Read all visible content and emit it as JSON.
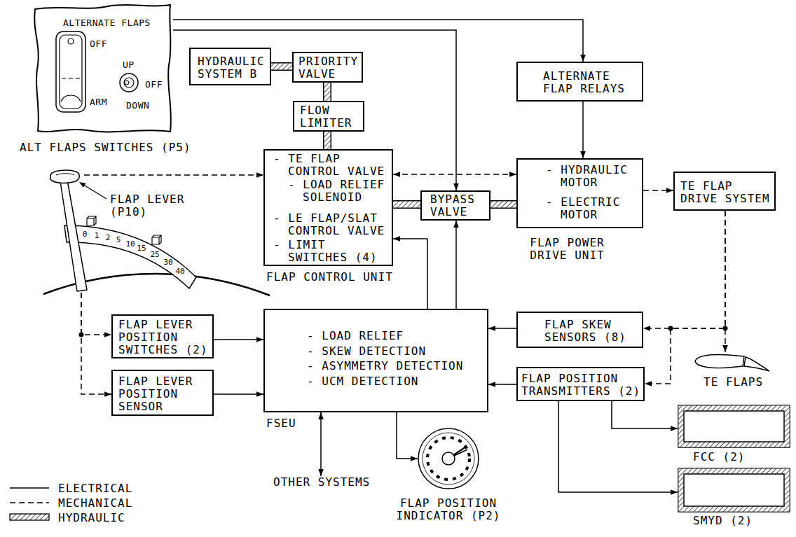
{
  "diagram": {
    "nodes": [
      {
        "text": [
          "ALTERNATE FLAPS",
          "OFF",
          "ARM",
          "UP",
          "OFF",
          "DOWN",
          "ALT FLAPS SWITCHES (P5)"
        ]
      },
      {
        "text": [
          "HYDRAULIC SYSTEM B"
        ]
      },
      {
        "text": [
          "PRIORITY VALVE"
        ]
      },
      {
        "text": [
          "ALTERNATE FLAP RELAYS"
        ]
      },
      {
        "text": [
          "FLOW LIMITER"
        ]
      },
      {
        "text": [
          "- TE FLAP CONTROL VALVE",
          "- LOAD RELIEF SOLENOID",
          "- LE FLAP/SLAT CONTROL VALVE",
          "- LIMIT SWITCHES (4)",
          "FLAP CONTROL UNIT"
        ]
      },
      {
        "text": [
          "BYPASS VALVE"
        ]
      },
      {
        "text": [
          "- HYDRAULIC MOTOR",
          "- ELECTRIC MOTOR",
          "FLAP POWER DRIVE UNIT"
        ]
      },
      {
        "text": [
          "TE FLAP DRIVE SYSTEM"
        ]
      },
      {
        "text": [
          "FLAP LEVER (P10)"
        ]
      },
      {
        "text": [
          "FLAP LEVER POSITION SWITCHES (2)"
        ]
      },
      {
        "text": [
          "FLAP LEVER POSITION SENSOR"
        ]
      },
      {
        "text": [
          "- LOAD RELIEF",
          "- SKEW DETECTION",
          "- ASYMMETRY DETECTION",
          "- UCM DETECTION",
          "FSEU"
        ]
      },
      {
        "text": [
          "FLAP SKEW SENSORS (8)"
        ]
      },
      {
        "text": [
          "FLAP POSITION TRANSMITTERS (2)"
        ]
      },
      {
        "text": [
          "TE FLAPS"
        ]
      },
      {
        "text": [
          "FCC (2)"
        ]
      },
      {
        "text": [
          "SMYD (2)"
        ]
      },
      {
        "text": [
          "OTHER SYSTEMS"
        ]
      },
      {
        "text": [
          "FLAP POSITION INDICATOR (P2)"
        ]
      }
    ],
    "edges": [
      {
        "from": 0,
        "to": 3,
        "arrow": "to"
      },
      {
        "from": 0,
        "to": 6,
        "arrow": "to"
      },
      {
        "from": 1,
        "to": 2,
        "arrow": "none"
      },
      {
        "from": 2,
        "to": 4,
        "arrow": "none"
      },
      {
        "from": 4,
        "to": 5,
        "arrow": "none"
      },
      {
        "from": 5,
        "to": 6,
        "arrow": "none"
      },
      {
        "from": 6,
        "to": 7,
        "arrow": "none"
      },
      {
        "from": 5,
        "to": 7,
        "arrow": "both"
      },
      {
        "from": 3,
        "to": 7,
        "arrow": "to"
      },
      {
        "from": 7,
        "to": 8,
        "arrow": "to"
      },
      {
        "from": 8,
        "to": 15,
        "arrow": "to"
      },
      {
        "from": 8,
        "to": 13,
        "arrow": "to"
      },
      {
        "from": 8,
        "to": 14,
        "arrow": "to"
      },
      {
        "from": 9,
        "to": 5,
        "arrow": "to"
      },
      {
        "from": 9,
        "to": 10,
        "arrow": "to"
      },
      {
        "from": 9,
        "to": 11,
        "arrow": "to"
      },
      {
        "from": 10,
        "to": 12,
        "arrow": "to"
      },
      {
        "from": 11,
        "to": 12,
        "arrow": "to"
      },
      {
        "from": 13,
        "to": 12,
        "arrow": "to"
      },
      {
        "from": 14,
        "to": 12,
        "arrow": "to"
      },
      {
        "from": 12,
        "to": 5,
        "arrow": "to"
      },
      {
        "from": 12,
        "to": 6,
        "arrow": "to"
      },
      {
        "from": 12,
        "to": 18,
        "arrow": "both"
      },
      {
        "from": 12,
        "to": 19,
        "arrow": "to"
      },
      {
        "from": 14,
        "to": 16,
        "arrow": "to"
      },
      {
        "from": 14,
        "to": 17,
        "arrow": "to"
      }
    ],
    "labels": [
      "0",
      "1",
      "2",
      "5",
      "10",
      "15",
      "25",
      "30",
      "40"
    ],
    "legend": [
      {
        "text": "ELECTRICAL"
      },
      {
        "text": "MECHANICAL"
      },
      {
        "text": "HYDRAULIC"
      }
    ]
  }
}
